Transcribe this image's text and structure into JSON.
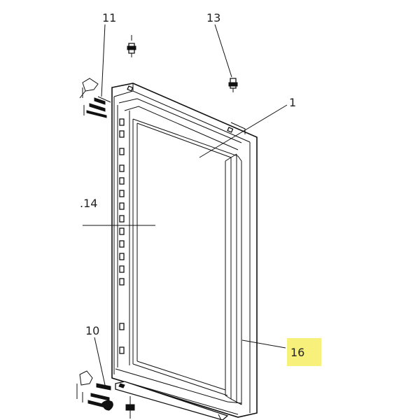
{
  "diagram": {
    "callouts": {
      "c1": "1",
      "c10": "10",
      "c11": "11",
      "c13": "13",
      "c14": ".14",
      "c16": "16"
    },
    "colors": {
      "highlight": "#f7f07a",
      "ink": "#111111",
      "background": "#ffffff"
    }
  }
}
